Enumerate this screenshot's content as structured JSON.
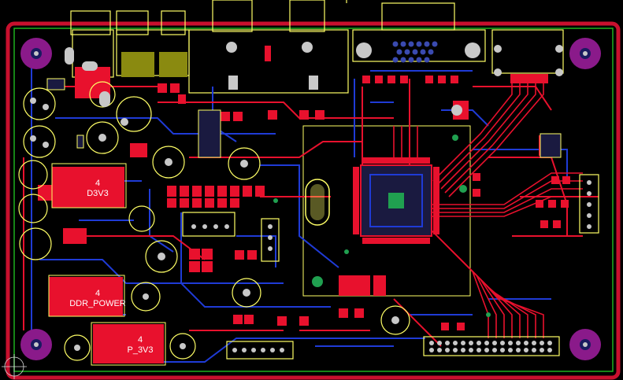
{
  "regulators": [
    {
      "id": "u1",
      "pin_number": "4",
      "net_label": "D3V3"
    },
    {
      "id": "u2",
      "pin_number": "4",
      "net_label": "DDR_POWER"
    },
    {
      "id": "u3",
      "pin_number": "4",
      "net_label": "P_3V3"
    }
  ],
  "colors": {
    "background": "#000000",
    "board_outline": "#c8102e",
    "keepout": "#1db01d",
    "top_copper": "#e8112d",
    "bottom_copper": "#1f3bd6",
    "silkscreen": "#ffff66",
    "mounting_hole": "#8a1a8a",
    "via": "#20a050",
    "pad_fill": "#c8c8c8",
    "polygon_pour": "#e8112d"
  },
  "icons": {
    "mounting_hole": "mounting-hole-icon",
    "via": "via-icon",
    "crystal": "crystal-icon",
    "capacitor": "electrolytic-capacitor-icon"
  }
}
